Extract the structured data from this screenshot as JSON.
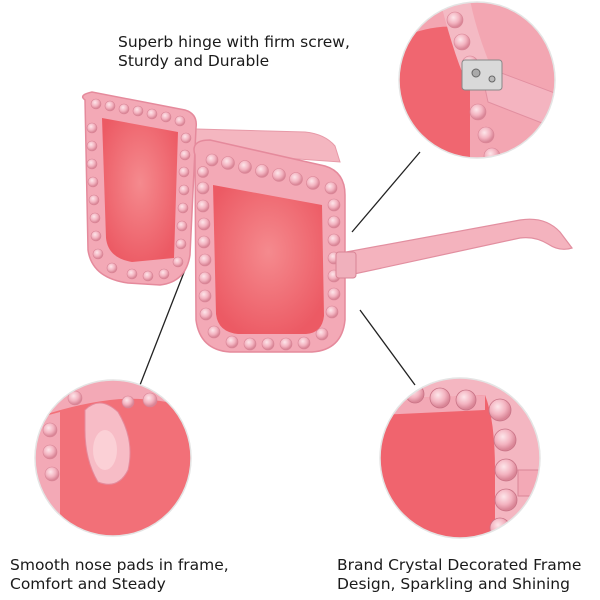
{
  "captions": {
    "hinge": {
      "line1": "Superb hinge with firm screw,",
      "line2": "Sturdy and Durable"
    },
    "nose": {
      "line1": "Smooth nose pads in frame,",
      "line2": "Comfort and Steady"
    },
    "crystal": {
      "line1": "Brand Crystal Decorated Frame",
      "line2": "Design, Sparkling and Shining"
    }
  },
  "colors": {
    "frame": "#f2a7b4",
    "frame_dark": "#e58a9c",
    "lens": "#f0646e",
    "lens_light": "#f58a8e",
    "crystal": "#f7c3cd",
    "leader_line": "#222222"
  },
  "icons": [
    "sunglasses-illustration",
    "hinge-closeup",
    "nose-pad-closeup",
    "crystal-closeup"
  ]
}
